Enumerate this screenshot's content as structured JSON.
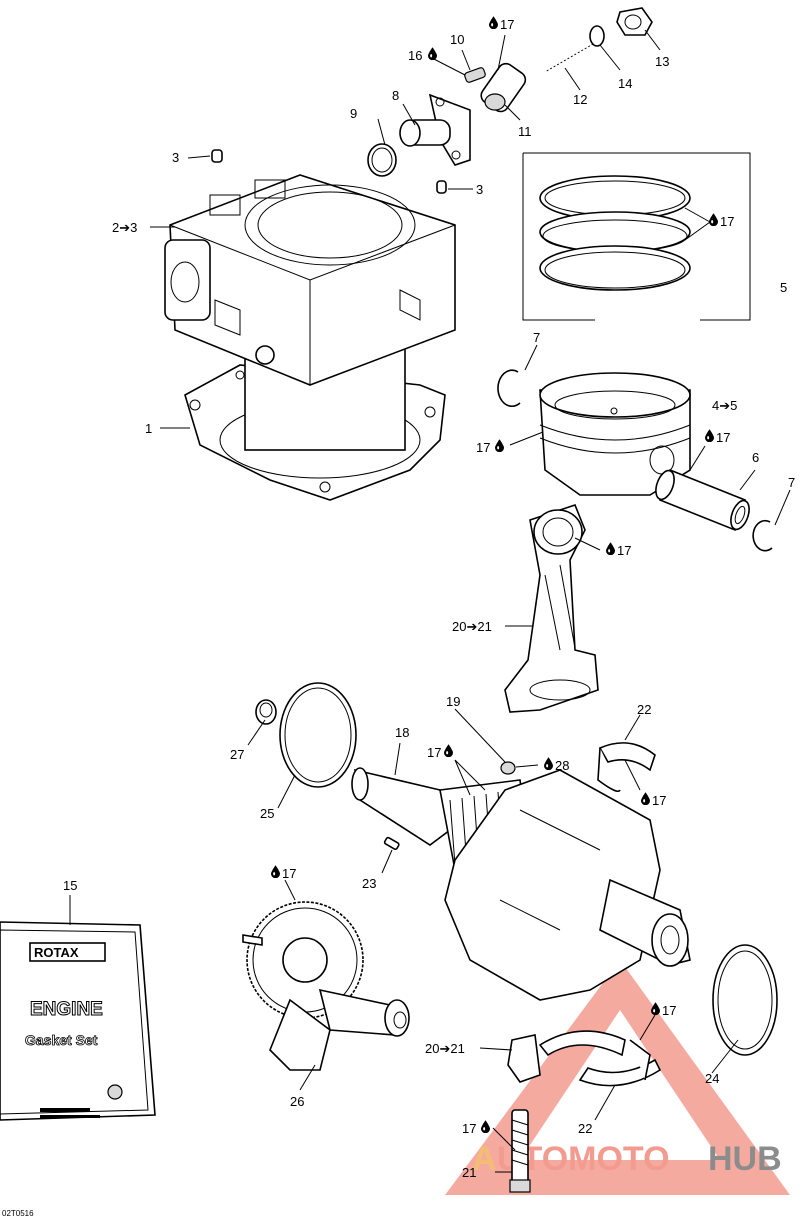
{
  "figure_code": "02T0516",
  "watermark": {
    "text_pre": "A",
    "text_mid": "UTOMOTO",
    "text_end": "HUB",
    "color_main": "#f39b8f",
    "color_hub": "#8c8c8c"
  },
  "gasket_box": {
    "brand": "ROTAX",
    "title": "ENGINE",
    "subtitle": "Gasket Set"
  },
  "labels": [
    {
      "id": "p1",
      "text": "1"
    },
    {
      "id": "p2",
      "text": "2➔3"
    },
    {
      "id": "p3a",
      "text": "3"
    },
    {
      "id": "p3b",
      "text": "3"
    },
    {
      "id": "p4",
      "text": "4➔5"
    },
    {
      "id": "p5",
      "text": "5"
    },
    {
      "id": "p6",
      "text": "6"
    },
    {
      "id": "p7a",
      "text": "7"
    },
    {
      "id": "p7b",
      "text": "7"
    },
    {
      "id": "p8",
      "text": "8"
    },
    {
      "id": "p9",
      "text": "9"
    },
    {
      "id": "p10",
      "text": "10"
    },
    {
      "id": "p11",
      "text": "11"
    },
    {
      "id": "p12",
      "text": "12"
    },
    {
      "id": "p13",
      "text": "13"
    },
    {
      "id": "p14",
      "text": "14"
    },
    {
      "id": "p15",
      "text": "15"
    },
    {
      "id": "p16",
      "text": "16"
    },
    {
      "id": "p17a",
      "text": "17"
    },
    {
      "id": "p17b",
      "text": "17"
    },
    {
      "id": "p17c",
      "text": "17"
    },
    {
      "id": "p17d",
      "text": "17"
    },
    {
      "id": "p17e",
      "text": "17"
    },
    {
      "id": "p17f",
      "text": "17"
    },
    {
      "id": "p17g",
      "text": "17"
    },
    {
      "id": "p17h",
      "text": "17"
    },
    {
      "id": "p17i",
      "text": "17"
    },
    {
      "id": "p17j",
      "text": "17"
    },
    {
      "id": "p17k",
      "text": "17"
    },
    {
      "id": "p18",
      "text": "18"
    },
    {
      "id": "p19",
      "text": "19"
    },
    {
      "id": "p20a",
      "text": "20➔21"
    },
    {
      "id": "p20b",
      "text": "20➔21"
    },
    {
      "id": "p21",
      "text": "21"
    },
    {
      "id": "p22a",
      "text": "22"
    },
    {
      "id": "p22b",
      "text": "22"
    },
    {
      "id": "p23",
      "text": "23"
    },
    {
      "id": "p24",
      "text": "24"
    },
    {
      "id": "p25",
      "text": "25"
    },
    {
      "id": "p26",
      "text": "26"
    },
    {
      "id": "p27",
      "text": "27"
    },
    {
      "id": "p28",
      "text": "28"
    }
  ]
}
